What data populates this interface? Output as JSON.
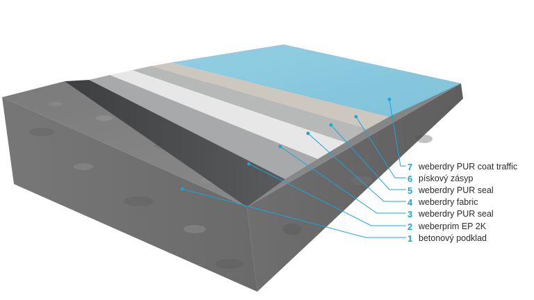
{
  "colors": {
    "accent": "#1aa5d6",
    "text": "#2b2b2b",
    "layer7": "#8ccbe0",
    "layer6": "#cbc6bc",
    "layer5": "#b3b4b4",
    "layer4": "#e6e6e6",
    "layer3": "#a9a9a9",
    "layer2": "#5a5b5c",
    "concrete": "#8a8a8a"
  },
  "layers": [
    {
      "number": "7",
      "label": "weberdry PUR coat traffic"
    },
    {
      "number": "6",
      "label": "pískový zásyp"
    },
    {
      "number": "5",
      "label": "weberdry PUR seal"
    },
    {
      "number": "4",
      "label": "weberdry fabric"
    },
    {
      "number": "3",
      "label": "weberdry PUR seal"
    },
    {
      "number": "2",
      "label": "weberprim EP 2K"
    },
    {
      "number": "1",
      "label": "betonový podklad"
    }
  ]
}
